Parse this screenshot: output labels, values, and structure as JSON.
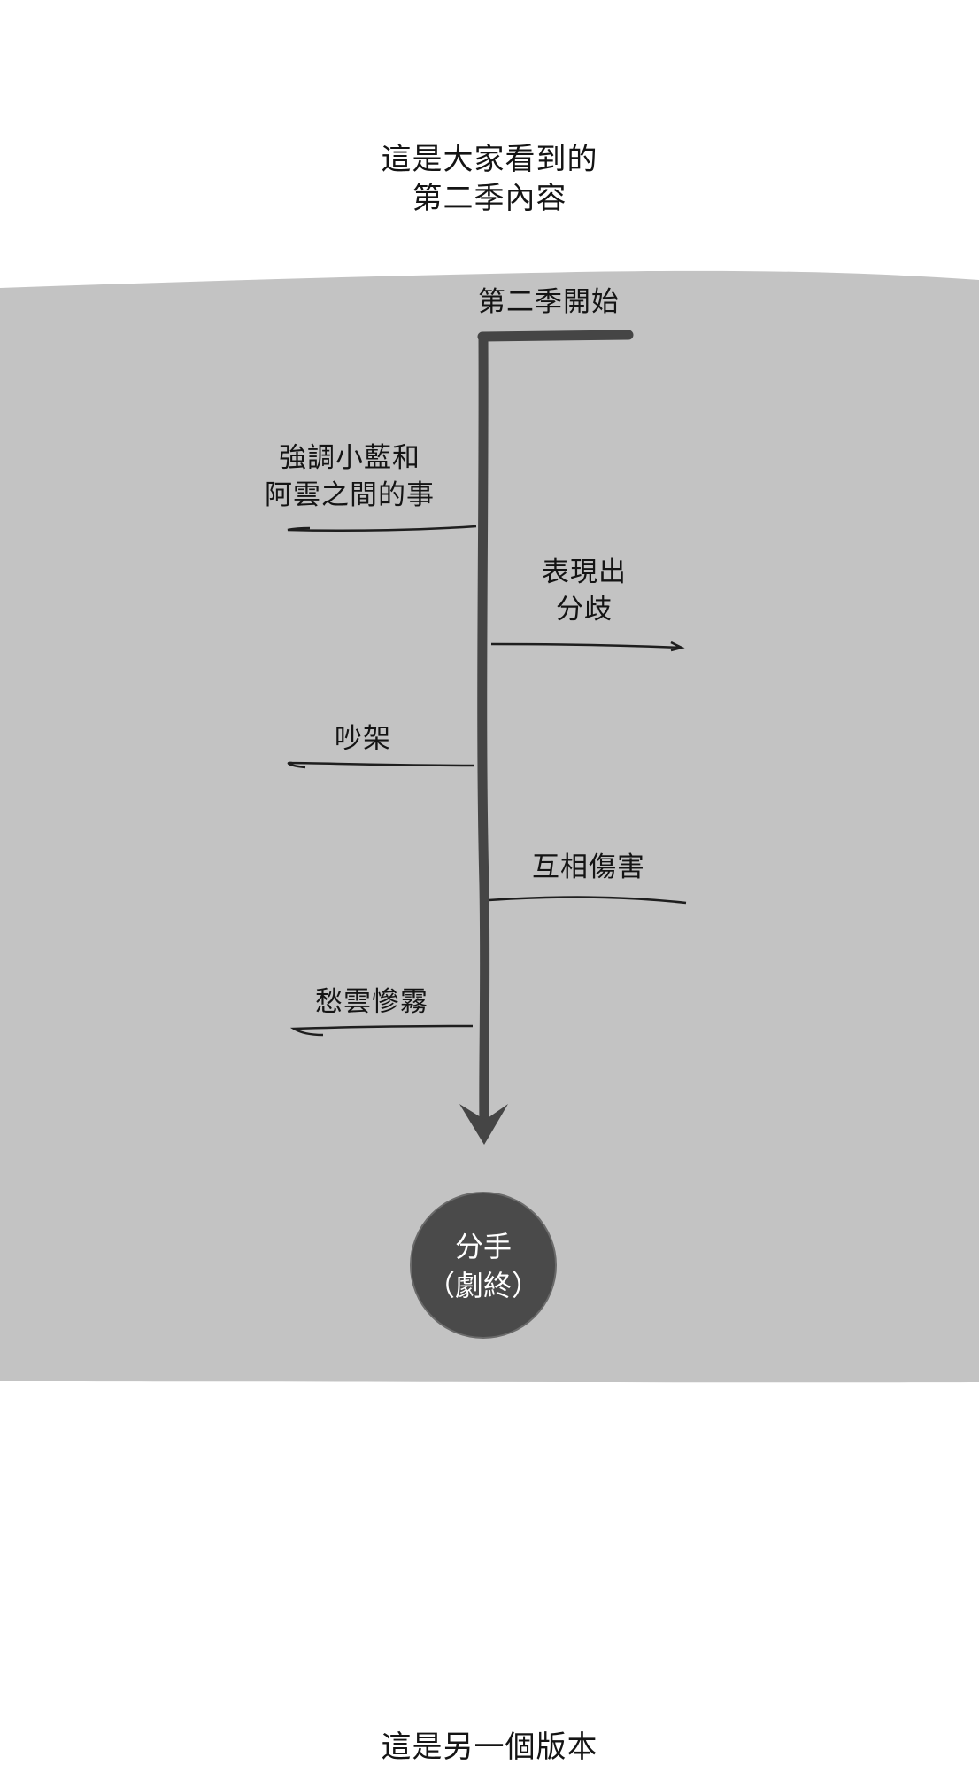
{
  "header": {
    "line1": "這是大家看到的",
    "line2": "第二季內容"
  },
  "diagram": {
    "colors": {
      "panel_background": "#c3c3c3",
      "page_background": "#ffffff",
      "timeline_stroke": "#454545",
      "branch_stroke": "#1e1e1e",
      "end_circle_fill": "#4a4a4a",
      "end_text": "#ffffff"
    },
    "start_label": "第二季開始",
    "events": [
      {
        "side": "left",
        "line1": "強調小藍和",
        "line2": "阿雲之間的事"
      },
      {
        "side": "right",
        "line1": "表現出",
        "line2": "分歧"
      },
      {
        "side": "left",
        "line1": "吵架",
        "line2": ""
      },
      {
        "side": "right",
        "line1": "互相傷害",
        "line2": ""
      },
      {
        "side": "left",
        "line1": "愁雲慘霧",
        "line2": ""
      }
    ],
    "end_node": {
      "line1": "分手",
      "line2": "（劇終）"
    }
  },
  "footer": {
    "text": "這是另一個版本"
  }
}
